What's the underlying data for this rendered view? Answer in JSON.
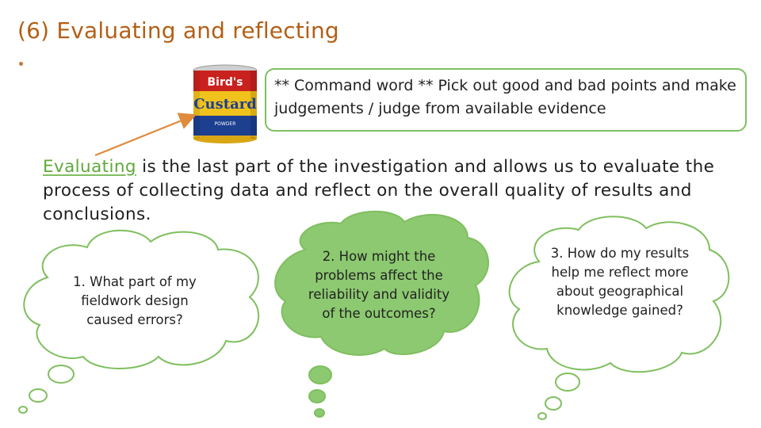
{
  "title": {
    "number": "(6)",
    "text": "Evaluating and reflecting"
  },
  "stray_mark": ".",
  "product_image": {
    "brand": "Bird's",
    "name": "Custard",
    "small_text": "POWDER",
    "colors": {
      "can_top": "#c9c9c9",
      "label_red": "#c9211e",
      "label_yellow": "#f1c21b",
      "label_blue": "#1d3f8f"
    }
  },
  "command_box": {
    "text": "** Command word ** Pick out good and bad points and make judgements / judge from available evidence"
  },
  "intro": {
    "keyword": "Evaluating",
    "rest": " is the last part of the investigation and allows us to evaluate the process of collecting data and reflect on the overall quality of results and conclusions."
  },
  "questions": [
    {
      "text": "1. What part of my fieldwork design caused errors?",
      "fill": "#ffffff"
    },
    {
      "text": "2. How might the problems affect the reliability and validity of the outcomes?",
      "fill": "#8cc970"
    },
    {
      "text": "3. How do my results help me reflect more about geographical knowledge gained?",
      "fill": "#ffffff"
    }
  ],
  "colors": {
    "title": "#b35f15",
    "accent_green": "#7fbf5f",
    "arrow": "#e08a3c"
  }
}
